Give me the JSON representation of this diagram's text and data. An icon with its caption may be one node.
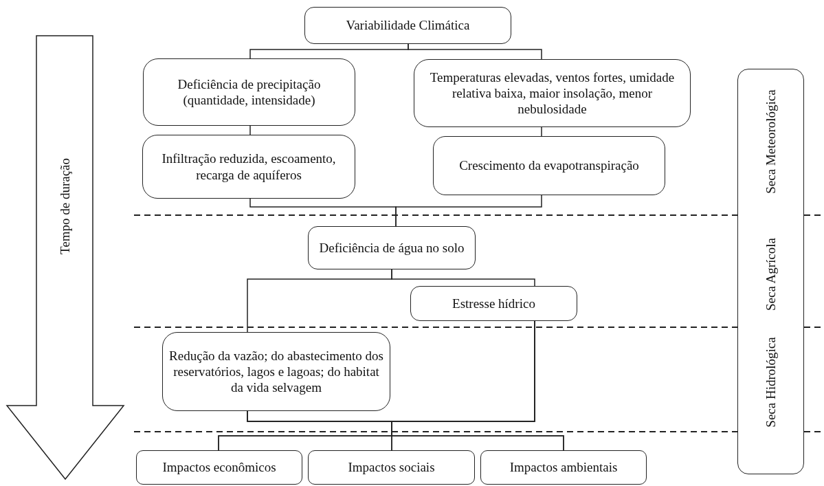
{
  "diagram": {
    "nodes": [
      {
        "text": [
          "Variabilidade Climática"
        ]
      },
      {
        "text": [
          "Deficiência de precipitação (quantidade, intensidade)"
        ]
      },
      {
        "text": [
          "Temperaturas elevadas, ventos fortes, umidade relativa baixa, maior insolação, menor nebulosidade"
        ]
      },
      {
        "text": [
          "Infiltração reduzida, escoamento, recarga de aquíferos"
        ]
      },
      {
        "text": [
          "Crescimento da evapotranspiração"
        ]
      },
      {
        "text": [
          "Deficiência de água no solo"
        ]
      },
      {
        "text": [
          "Estresse hídrico"
        ]
      },
      {
        "text": [
          "Redução da vazão; do abastecimento dos reservatórios, lagos e lagoas; do habitat da vida selvagem"
        ]
      },
      {
        "text": [
          "Impactos econômicos"
        ]
      },
      {
        "text": [
          "Impactos sociais"
        ]
      },
      {
        "text": [
          "Impactos ambientais"
        ]
      },
      {
        "text": [
          "Seca Meteorológica",
          "Seca Agrícola",
          "Seca Hidrológica"
        ]
      },
      {
        "text": [
          "Tempo de duração"
        ]
      }
    ],
    "edges": [
      {
        "from": 0,
        "to": 1,
        "arrow": "none"
      },
      {
        "from": 0,
        "to": 2,
        "arrow": "none"
      },
      {
        "from": 1,
        "to": 3,
        "arrow": "none"
      },
      {
        "from": 2,
        "to": 4,
        "arrow": "none"
      },
      {
        "from": 3,
        "to": 5,
        "arrow": "none"
      },
      {
        "from": 4,
        "to": 5,
        "arrow": "none"
      },
      {
        "from": 5,
        "to": 7,
        "arrow": "none"
      },
      {
        "from": 5,
        "to": 6,
        "arrow": "none"
      },
      {
        "from": 6,
        "to": 8,
        "arrow": "none"
      },
      {
        "from": 6,
        "to": 9,
        "arrow": "none"
      },
      {
        "from": 6,
        "to": 10,
        "arrow": "none"
      },
      {
        "from": 7,
        "to": 8,
        "arrow": "none"
      },
      {
        "from": 7,
        "to": 9,
        "arrow": "none"
      },
      {
        "from": 7,
        "to": 10,
        "arrow": "none"
      }
    ]
  }
}
